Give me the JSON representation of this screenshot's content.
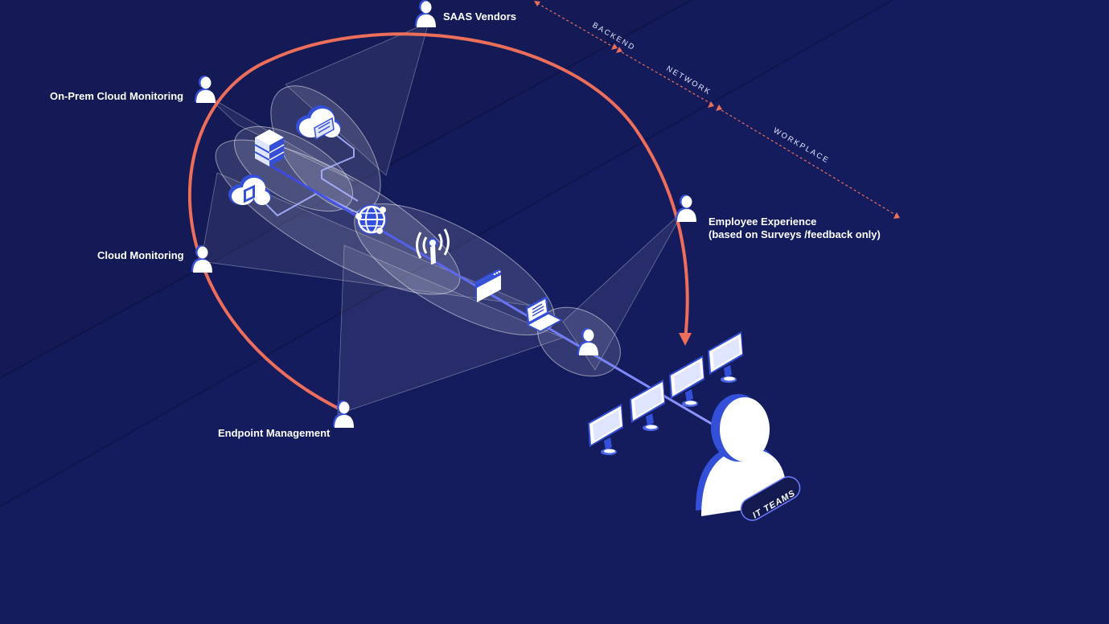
{
  "diagram": {
    "actors": {
      "saas_vendors": "SAAS Vendors",
      "on_prem_cloud_monitoring": "On-Prem Cloud Monitoring",
      "cloud_monitoring": "Cloud Monitoring",
      "endpoint_management": "Endpoint Management",
      "employee_experience_line1": "Employee Experience",
      "employee_experience_line2": "(based on Surveys /feedback only)",
      "it_teams": "IT TEAMS"
    },
    "lanes": {
      "backend": "BACKEND",
      "network": "NETWORK",
      "workplace": "WORKPLACE"
    },
    "colors": {
      "background": "#151c5e",
      "arc": "#ee6e5c",
      "accent_blue": "#3550d8",
      "pipeline": "#6f7cff",
      "icon_white": "#ffffff"
    },
    "icons": [
      "server-icon",
      "cloud-icon",
      "cloud-chip-icon",
      "globe-network-icon",
      "wifi-antenna-icon",
      "browser-window-icon",
      "laptop-icon",
      "user-icon",
      "monitor-icon"
    ]
  }
}
